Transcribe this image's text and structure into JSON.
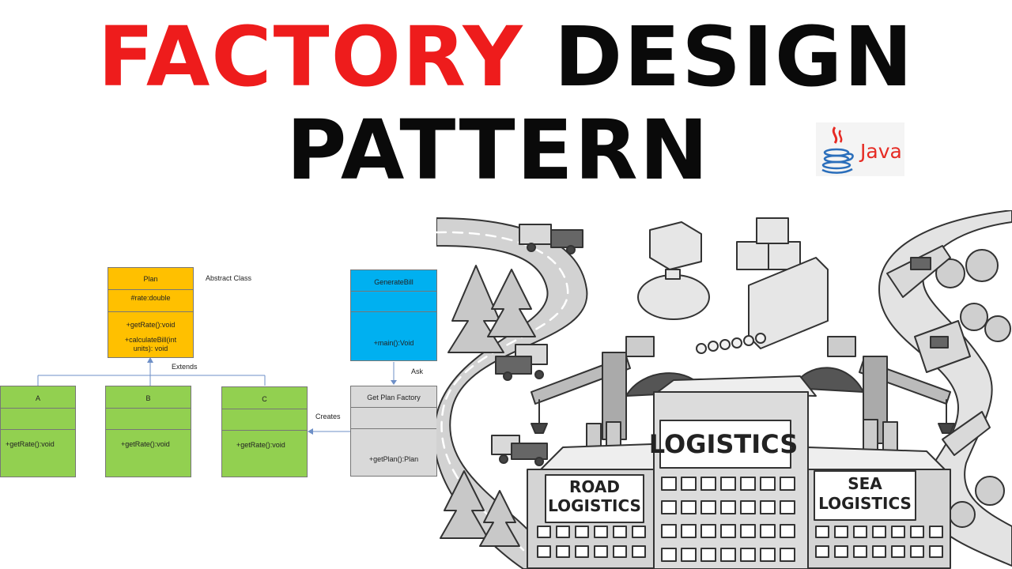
{
  "title": {
    "word_red": "FACTORY",
    "word_black": "DESIGN",
    "line2": "PATTERN",
    "red_color": "#ee1c1c"
  },
  "badge": {
    "text": "Java",
    "icon": "java-coffee-cup-icon",
    "color": "#e62b24"
  },
  "uml": {
    "plan": {
      "name": "Plan",
      "field": "#rate:double",
      "method1": "+getRate():void",
      "method2a": "+calculateBill(int",
      "method2b": "units): void",
      "color": "#ffc000"
    },
    "abstract_label": "Abstract Class",
    "extends_label": "Extends",
    "class_a": {
      "name": "A",
      "method": "+getRate():void"
    },
    "class_b": {
      "name": "B",
      "method": "+getRate():void"
    },
    "class_c": {
      "name": "C",
      "method": "+getRate():void"
    },
    "subclass_color": "#92d050",
    "generate_bill": {
      "name": "GenerateBill",
      "method": "+main():Void",
      "color": "#00b0f0"
    },
    "ask_label": "Ask",
    "factory": {
      "name": "Get Plan Factory",
      "method": "+getPlan():Plan",
      "color": "#d9d9d9"
    },
    "creates_label": "Creates"
  },
  "illustration": {
    "center_sign": "LOGISTICS",
    "left_sign_line1": "ROAD",
    "left_sign_line2": "LOGISTICS",
    "right_sign_line1": "SEA",
    "right_sign_line2": "LOGISTICS"
  }
}
